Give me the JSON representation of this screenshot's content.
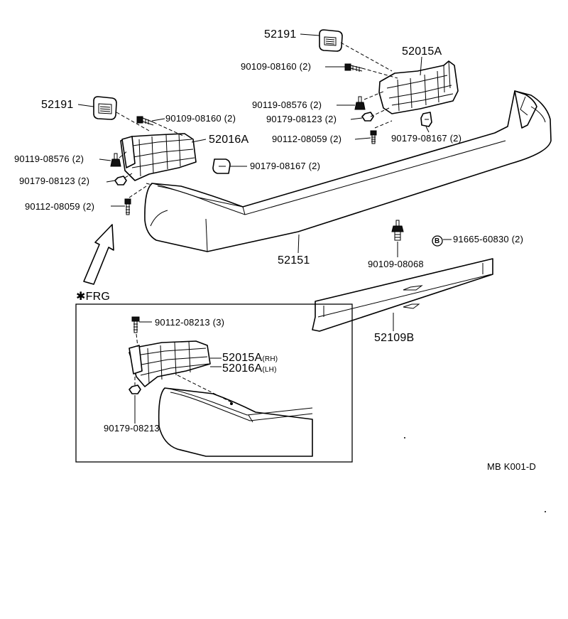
{
  "labels": {
    "grille_upper": "52191",
    "bracket_rh": "52015A",
    "screw_upper_right": "90109-08160 (2)",
    "grille_left": "52191",
    "bolt_right": "90119-08576 (2)",
    "screw_left": "90109-08160 (2)",
    "nut_right": "90179-08123 (2)",
    "bracket_lh": "52016A",
    "screw_right": "90112-08059 (2)",
    "clip_right": "90179-08167 (2)",
    "bolt_left": "90119-08576 (2)",
    "clip_left": "90179-08167 (2)",
    "nut_left": "90179-08123 (2)",
    "screw_lower_left": "90112-08059 (2)",
    "bumper_cover": "52151",
    "bolt_reinforcement": "90109-08068",
    "clip_b": "91665-60830 (2)",
    "b_marker": "B",
    "reinforcement": "52109B",
    "frg_title": "✱FRG",
    "frg_screw": "90112-08213 (3)",
    "frg_bracket_rh": "52015A",
    "frg_bracket_rh_side": "(RH)",
    "frg_bracket_lh": "52016A",
    "frg_bracket_lh_side": "(LH)",
    "frg_nut": "90179-08213",
    "diagram_code": "MB  K001-D"
  }
}
